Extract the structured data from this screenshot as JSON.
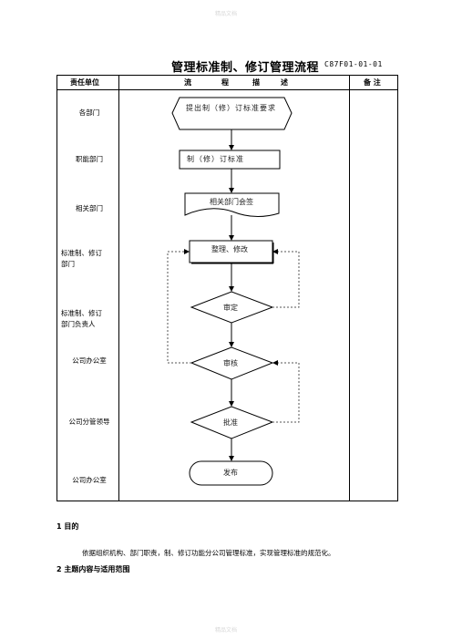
{
  "watermarks": [
    "精品文档",
    "精品文档"
  ],
  "header": {
    "title": "管理标准制、修订管理流程",
    "code": "C87F01-01-01"
  },
  "table": {
    "col_headers": {
      "unit": "责任单位",
      "desc": [
        "流",
        "程",
        "描",
        "述"
      ],
      "note": "备 注"
    },
    "departments": [
      "各部门",
      "职能部门",
      "相关部门",
      "标准制、修订部门",
      "标准制、修订部门负责人",
      "公司办公室",
      "公司分管领导",
      "公司办公室"
    ]
  },
  "flow": {
    "nodes": {
      "start": "提出制（修）订标准要求",
      "draft": "制（修）订标准",
      "countersign": "相关部门会签",
      "revise": "整理、修改",
      "review": "审定",
      "audit": "审核",
      "approve": "批准",
      "publish": "发布"
    }
  },
  "body_text": {
    "section1_title": "1 目的",
    "section1_text": "依据组织机构、部门职责，制、修订功能分公司管理标准，实现管理标准的规范化。",
    "section2_title": "2 主题内容与适用范围"
  }
}
